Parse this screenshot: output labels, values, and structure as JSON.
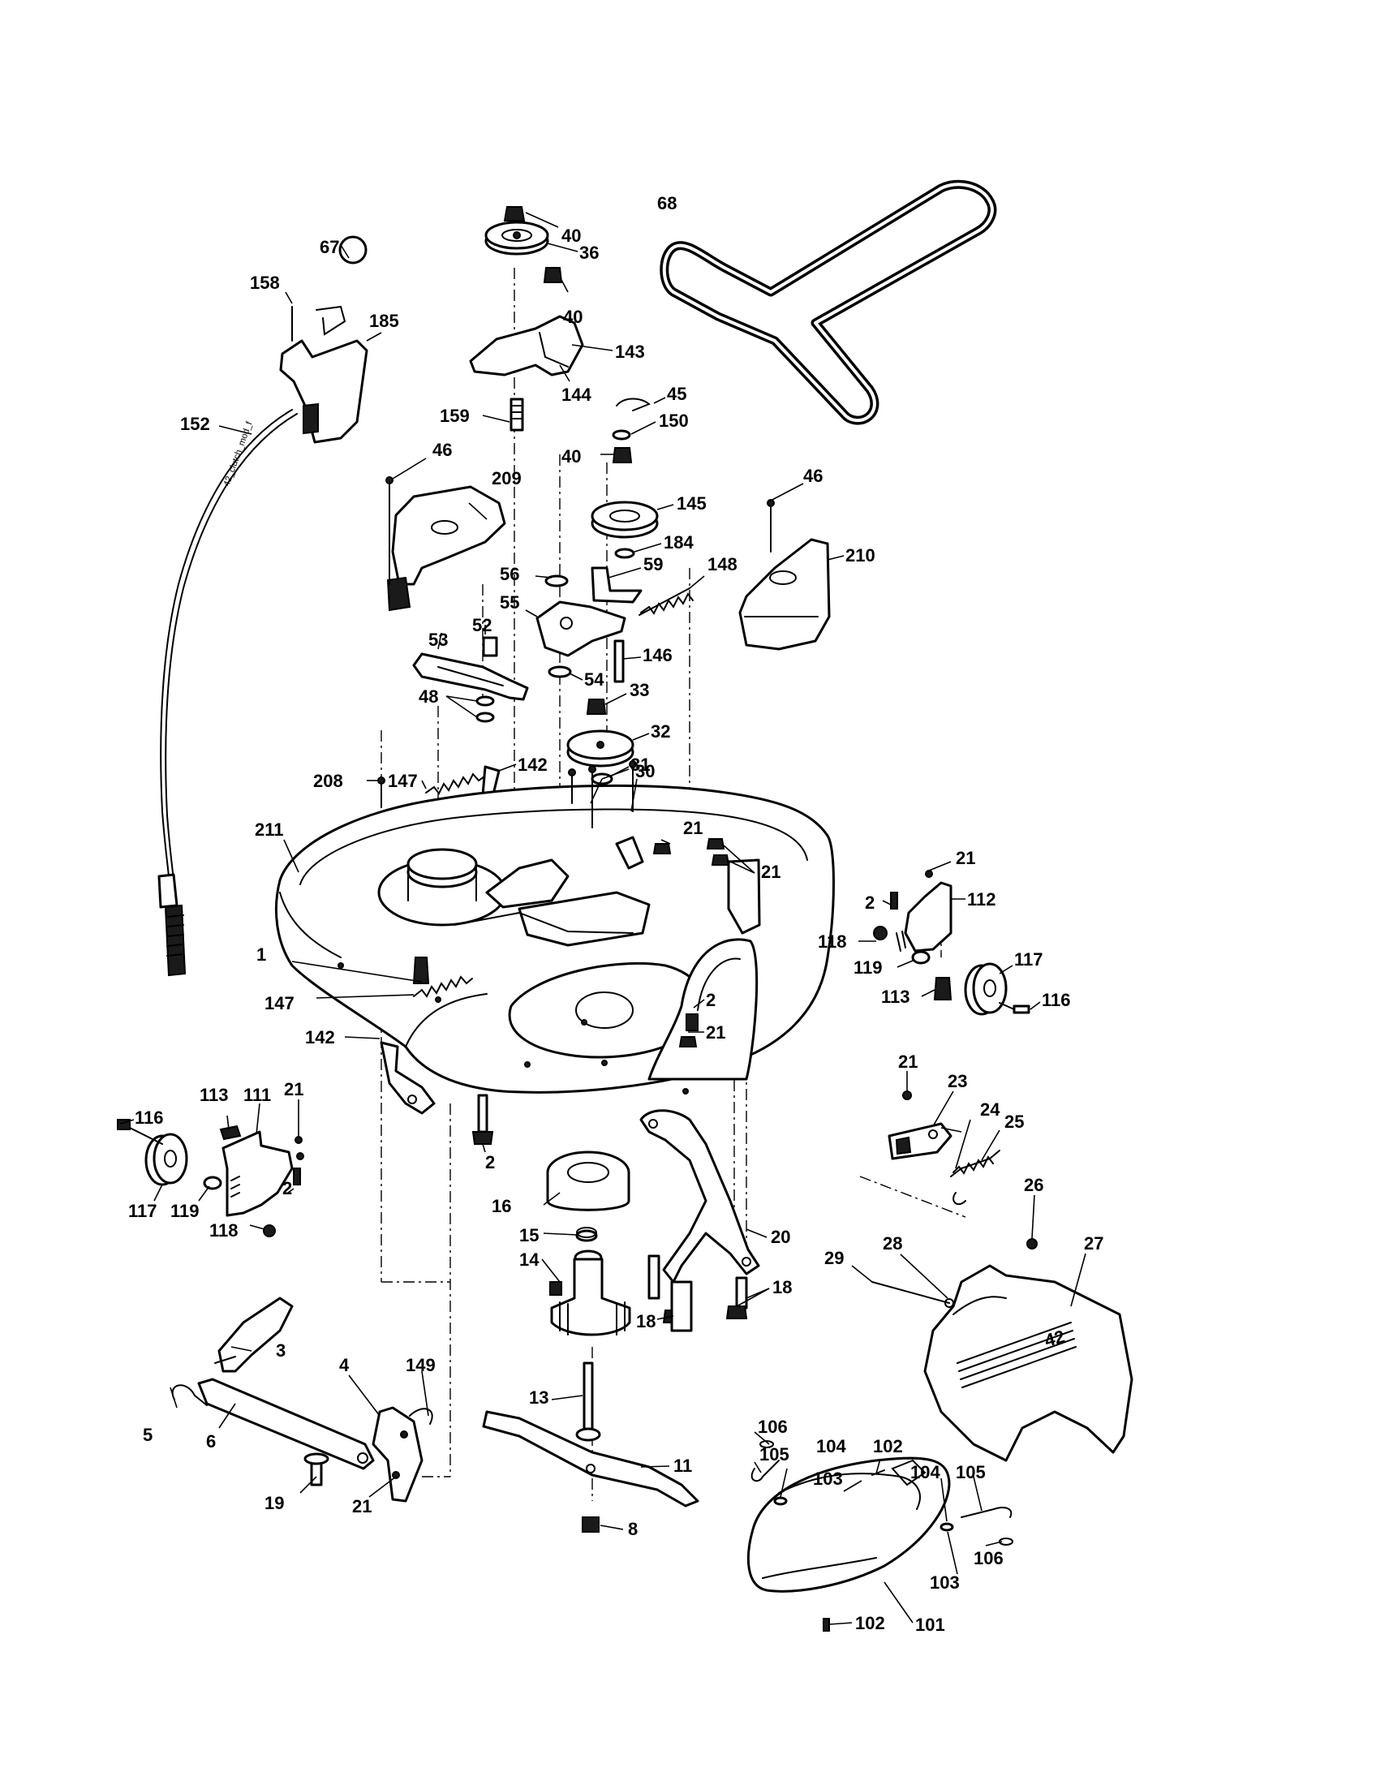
{
  "diagram": {
    "cable_label": "42_clutch_mod_f",
    "cover_emblem": "42",
    "callouts": [
      {
        "id": "c1",
        "text": "1"
      },
      {
        "id": "c2a",
        "text": "2"
      },
      {
        "id": "c2b",
        "text": "2"
      },
      {
        "id": "c2c",
        "text": "2"
      },
      {
        "id": "c2d",
        "text": "2"
      },
      {
        "id": "c3",
        "text": "3"
      },
      {
        "id": "c4",
        "text": "4"
      },
      {
        "id": "c5",
        "text": "5"
      },
      {
        "id": "c6",
        "text": "6"
      },
      {
        "id": "c8",
        "text": "8"
      },
      {
        "id": "c11",
        "text": "11"
      },
      {
        "id": "c13",
        "text": "13"
      },
      {
        "id": "c14",
        "text": "14"
      },
      {
        "id": "c15",
        "text": "15"
      },
      {
        "id": "c16",
        "text": "16"
      },
      {
        "id": "c18a",
        "text": "18"
      },
      {
        "id": "c18b",
        "text": "18"
      },
      {
        "id": "c19",
        "text": "19"
      },
      {
        "id": "c20",
        "text": "20"
      },
      {
        "id": "c21a",
        "text": "21"
      },
      {
        "id": "c21b",
        "text": "21"
      },
      {
        "id": "c21c",
        "text": "21"
      },
      {
        "id": "c21d",
        "text": "21"
      },
      {
        "id": "c21e",
        "text": "21"
      },
      {
        "id": "c21f",
        "text": "21"
      },
      {
        "id": "c21g",
        "text": "21"
      },
      {
        "id": "c23",
        "text": "23"
      },
      {
        "id": "c24",
        "text": "24"
      },
      {
        "id": "c25",
        "text": "25"
      },
      {
        "id": "c26",
        "text": "26"
      },
      {
        "id": "c27",
        "text": "27"
      },
      {
        "id": "c28",
        "text": "28"
      },
      {
        "id": "c29",
        "text": "29"
      },
      {
        "id": "c30",
        "text": "30"
      },
      {
        "id": "c31",
        "text": "31"
      },
      {
        "id": "c32",
        "text": "32"
      },
      {
        "id": "c33",
        "text": "33"
      },
      {
        "id": "c36",
        "text": "36"
      },
      {
        "id": "c40a",
        "text": "40"
      },
      {
        "id": "c40b",
        "text": "40"
      },
      {
        "id": "c40c",
        "text": "40"
      },
      {
        "id": "c45",
        "text": "45"
      },
      {
        "id": "c46a",
        "text": "46"
      },
      {
        "id": "c46b",
        "text": "46"
      },
      {
        "id": "c48",
        "text": "48"
      },
      {
        "id": "c52",
        "text": "52"
      },
      {
        "id": "c53",
        "text": "53"
      },
      {
        "id": "c54",
        "text": "54"
      },
      {
        "id": "c55",
        "text": "55"
      },
      {
        "id": "c56",
        "text": "56"
      },
      {
        "id": "c59",
        "text": "59"
      },
      {
        "id": "c67",
        "text": "67"
      },
      {
        "id": "c68",
        "text": "68"
      },
      {
        "id": "c101",
        "text": "101"
      },
      {
        "id": "c102a",
        "text": "102"
      },
      {
        "id": "c102b",
        "text": "102"
      },
      {
        "id": "c103a",
        "text": "103"
      },
      {
        "id": "c103b",
        "text": "103"
      },
      {
        "id": "c104a",
        "text": "104"
      },
      {
        "id": "c104b",
        "text": "104"
      },
      {
        "id": "c105a",
        "text": "105"
      },
      {
        "id": "c105b",
        "text": "105"
      },
      {
        "id": "c106a",
        "text": "106"
      },
      {
        "id": "c106b",
        "text": "106"
      },
      {
        "id": "c111",
        "text": "111"
      },
      {
        "id": "c112",
        "text": "112"
      },
      {
        "id": "c113a",
        "text": "113"
      },
      {
        "id": "c113b",
        "text": "113"
      },
      {
        "id": "c116a",
        "text": "116"
      },
      {
        "id": "c116b",
        "text": "116"
      },
      {
        "id": "c117a",
        "text": "117"
      },
      {
        "id": "c117b",
        "text": "117"
      },
      {
        "id": "c118a",
        "text": "118"
      },
      {
        "id": "c118b",
        "text": "118"
      },
      {
        "id": "c119a",
        "text": "119"
      },
      {
        "id": "c119b",
        "text": "119"
      },
      {
        "id": "c142a",
        "text": "142"
      },
      {
        "id": "c142b",
        "text": "142"
      },
      {
        "id": "c143",
        "text": "143"
      },
      {
        "id": "c144",
        "text": "144"
      },
      {
        "id": "c145",
        "text": "145"
      },
      {
        "id": "c146",
        "text": "146"
      },
      {
        "id": "c147a",
        "text": "147"
      },
      {
        "id": "c147b",
        "text": "147"
      },
      {
        "id": "c148",
        "text": "148"
      },
      {
        "id": "c149",
        "text": "149"
      },
      {
        "id": "c150",
        "text": "150"
      },
      {
        "id": "c152",
        "text": "152"
      },
      {
        "id": "c158",
        "text": "158"
      },
      {
        "id": "c159",
        "text": "159"
      },
      {
        "id": "c184",
        "text": "184"
      },
      {
        "id": "c185",
        "text": "185"
      },
      {
        "id": "c208",
        "text": "208"
      },
      {
        "id": "c209",
        "text": "209"
      },
      {
        "id": "c210",
        "text": "210"
      },
      {
        "id": "c211",
        "text": "211"
      }
    ]
  }
}
